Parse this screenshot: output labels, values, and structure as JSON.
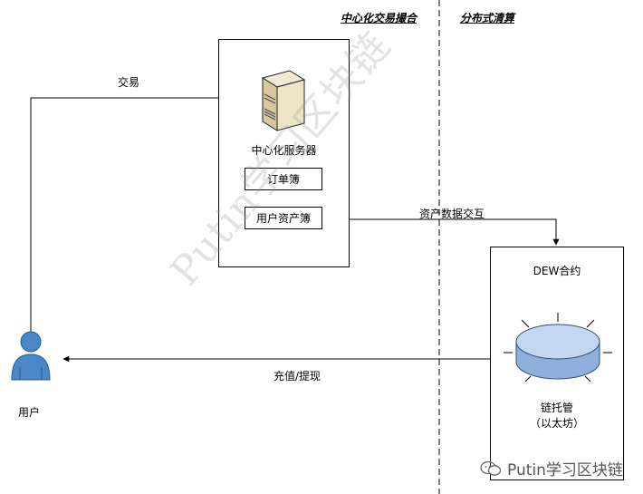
{
  "sections": {
    "centralized": "中心化交易撮合",
    "distributed": "分布式清算"
  },
  "server": {
    "title": "中心化服务器",
    "order_book": "订单簿",
    "user_asset_book": "用户资产簿"
  },
  "contract": {
    "title": "DEW合约",
    "custody": "链托管",
    "custody_sub": "（以太坊）"
  },
  "user": {
    "label": "用户"
  },
  "edges": {
    "trade": "交易",
    "asset_exchange": "资产数据交互",
    "deposit_withdraw": "充值/提现"
  },
  "watermark": "Putin学习区块链",
  "brand": "Putin学习区块链",
  "colors": {
    "user": "#4a86c8",
    "disk_top": "#bcd3ef",
    "disk_side": "#8fb0dc",
    "line": "#000000"
  }
}
